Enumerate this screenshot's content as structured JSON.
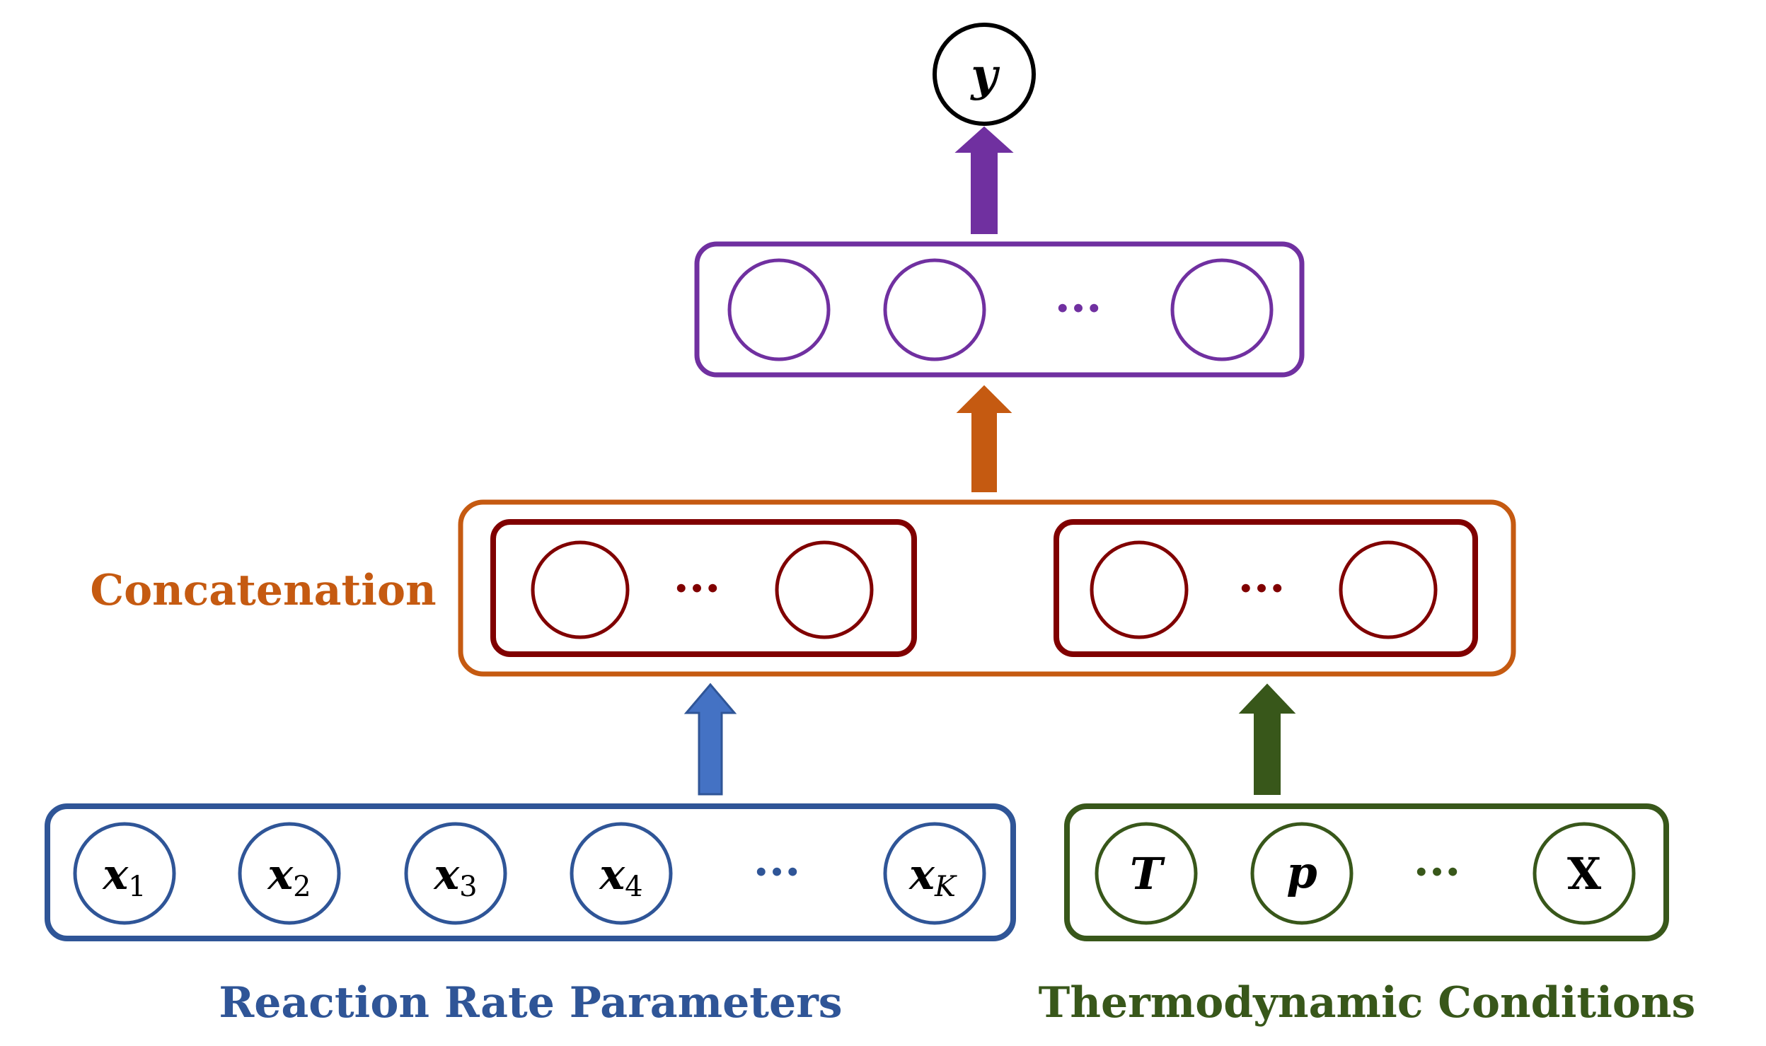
{
  "colors": {
    "blue": "#2F5597",
    "blue_arrow": "#4472C4",
    "green": "#38571A",
    "dark_red": "#800000",
    "orange": "#C55A11",
    "purple": "#7030A0",
    "black": "#000000"
  },
  "output_node": {
    "var": "y"
  },
  "hidden_layer": {
    "ellipsis": "···"
  },
  "concatenation": {
    "label": "Concatenation",
    "left_ellipsis": "···",
    "right_ellipsis": "···"
  },
  "reaction_rate": {
    "label": "Reaction Rate Parameters",
    "nodes": [
      {
        "var": "x",
        "sub": "1"
      },
      {
        "var": "x",
        "sub": "2"
      },
      {
        "var": "x",
        "sub": "3"
      },
      {
        "var": "x",
        "sub": "4"
      },
      {
        "var": "x",
        "sub": "K"
      }
    ],
    "ellipsis": "···"
  },
  "thermo": {
    "label": "Thermodynamic Conditions",
    "nodes": [
      "T",
      "p",
      "X"
    ],
    "ellipsis": "···"
  }
}
